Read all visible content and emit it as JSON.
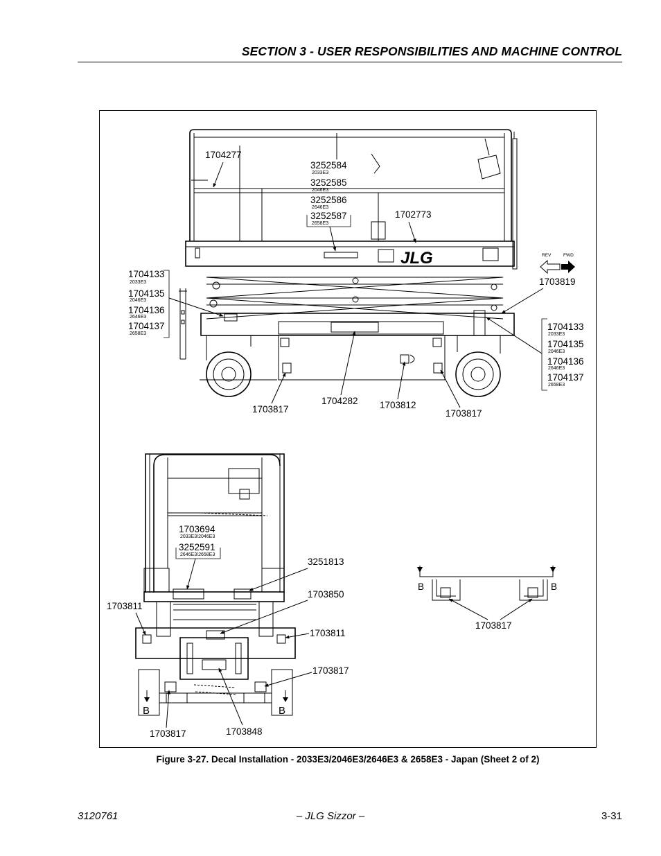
{
  "header": {
    "section_title": "SECTION 3 - USER RESPONSIBILITIES AND MACHINE CONTROL"
  },
  "figure": {
    "caption": "Figure 3-27.  Decal Installation - 2033E3/2046E3/2646E3 & 2658E3 - Japan (Sheet 2 of 2)",
    "side_view": {
      "direction": {
        "rev": "REV",
        "fwd": "FWD"
      },
      "logo": "JLG",
      "callouts": {
        "c1704277": "1704277",
        "c1702773": "1702773",
        "c1703819": "1703819",
        "c1704282": "1704282",
        "c1703812": "1703812",
        "c1703817_left": "1703817",
        "c1703817_right": "1703817"
      },
      "group_top": [
        {
          "part": "3252584",
          "model": "2033E3"
        },
        {
          "part": "3252585",
          "model": "2046E3"
        },
        {
          "part": "3252586",
          "model": "2646E3"
        },
        {
          "part": "3252587",
          "model": "2658E3"
        }
      ],
      "group_left": [
        {
          "part": "1704133",
          "model": "2033E3"
        },
        {
          "part": "1704135",
          "model": "2046E3"
        },
        {
          "part": "1704136",
          "model": "2646E3"
        },
        {
          "part": "1704137",
          "model": "2658E3"
        }
      ],
      "group_right": [
        {
          "part": "1704133",
          "model": "2033E3"
        },
        {
          "part": "1704135",
          "model": "2046E3"
        },
        {
          "part": "1704136",
          "model": "2646E3"
        },
        {
          "part": "1704137",
          "model": "2658E3"
        }
      ]
    },
    "rear_view": {
      "group": [
        {
          "part": "1703694",
          "model": "2033E3/2046E3"
        },
        {
          "part": "3252591",
          "model": "2646E3/2658E3"
        }
      ],
      "callouts": {
        "c3251813": "3251813",
        "c1703850": "1703850",
        "c1703811_left": "1703811",
        "c1703811_right": "1703811",
        "c1703817_right": "1703817",
        "c1703817_bottom": "1703817",
        "c1703848": "1703848"
      },
      "section_marks": {
        "left": "B",
        "right": "B"
      }
    },
    "section_b_view": {
      "marks": {
        "left": "B",
        "right": "B"
      },
      "callout": "1703817"
    }
  },
  "footer": {
    "doc_number": "3120761",
    "title": "– JLG Sizzor –",
    "page": "3-31"
  }
}
